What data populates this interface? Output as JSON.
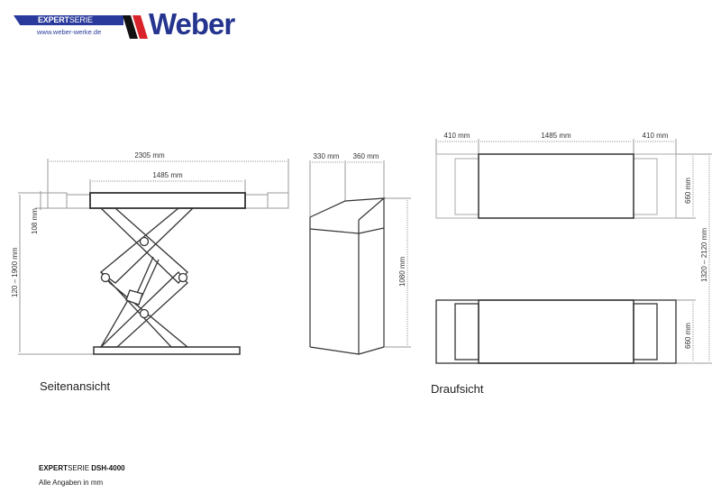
{
  "header": {
    "series_bold": "EXPERT",
    "series_light": "SERIE",
    "url": "www.weber-werke.de",
    "brand": "Weber",
    "colors": {
      "brand_blue": "#24348f",
      "stripe_red": "#d8232a",
      "stripe_black": "#111111"
    }
  },
  "side_view": {
    "label": "Seitenansicht",
    "dimensions": {
      "total_length": "2305 mm",
      "platform_length": "1485 mm",
      "platform_height": "108 mm",
      "lift_height": "120 – 1900 mm"
    }
  },
  "control_unit": {
    "dimensions": {
      "depth": "330 mm",
      "width": "360 mm",
      "height": "1080 mm"
    }
  },
  "top_view": {
    "label": "Draufsicht",
    "dimensions": {
      "left_ramp": "410 mm",
      "platform_length": "1485 mm",
      "right_ramp": "410 mm",
      "platform_width_top": "660 mm",
      "platform_width_bottom": "660 mm",
      "overall_width": "1320 – 2120 mm"
    }
  },
  "footer": {
    "model_bold": "EXPERT",
    "model_light": "SERIE",
    "model_name": " DSH-4000",
    "note": "Alle Angaben in mm"
  }
}
